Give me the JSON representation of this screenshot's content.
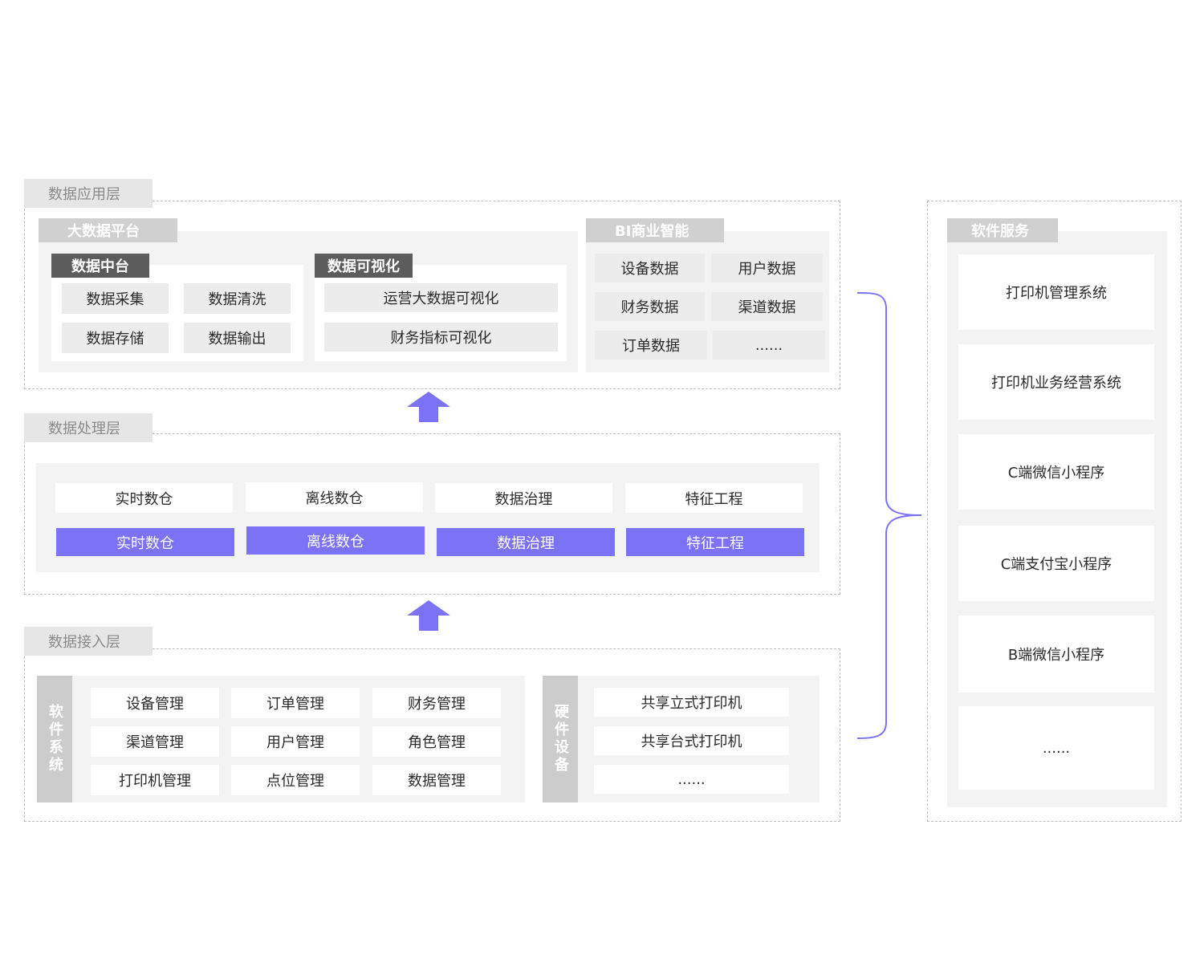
{
  "application_layer": {
    "label": "数据应用层",
    "big_data_platform": {
      "label": "大数据平台",
      "data_middle": {
        "label": "数据中台",
        "items": [
          "数据采集",
          "数据清洗",
          "数据存储",
          "数据输出"
        ]
      },
      "data_visualization": {
        "label": "数据可视化",
        "items": [
          "运营大数据可视化",
          "财务指标可视化"
        ]
      }
    },
    "bi": {
      "label": "BI商业智能",
      "items": [
        "设备数据",
        "用户数据",
        "财务数据",
        "渠道数据",
        "订单数据",
        "......"
      ]
    }
  },
  "processing_layer": {
    "label": "数据处理层",
    "top_row": [
      "实时数仓",
      "离线数仓",
      "数据治理",
      "特征工程"
    ],
    "bottom_row": [
      "实时数仓",
      "离线数仓",
      "数据治理",
      "特征工程"
    ]
  },
  "access_layer": {
    "label": "数据接入层",
    "software": {
      "label": "软件系统",
      "items": [
        "设备管理",
        "订单管理",
        "财务管理",
        "渠道管理",
        "用户管理",
        "角色管理",
        "打印机管理",
        "点位管理",
        "数据管理"
      ]
    },
    "hardware": {
      "label": "硬件设备",
      "items": [
        "共享立式打印机",
        "共享台式打印机",
        "......"
      ]
    }
  },
  "software_service": {
    "label": "软件服务",
    "items": [
      "打印机管理系统",
      "打印机业务经营系统",
      "C端微信小程序",
      "C端支付宝小程序",
      "B端微信小程序",
      "......"
    ]
  },
  "colors": {
    "accent": "#7b72f5",
    "panel": "#f3f3f4",
    "cell": "#ececec",
    "border": "#bdbdbd"
  }
}
